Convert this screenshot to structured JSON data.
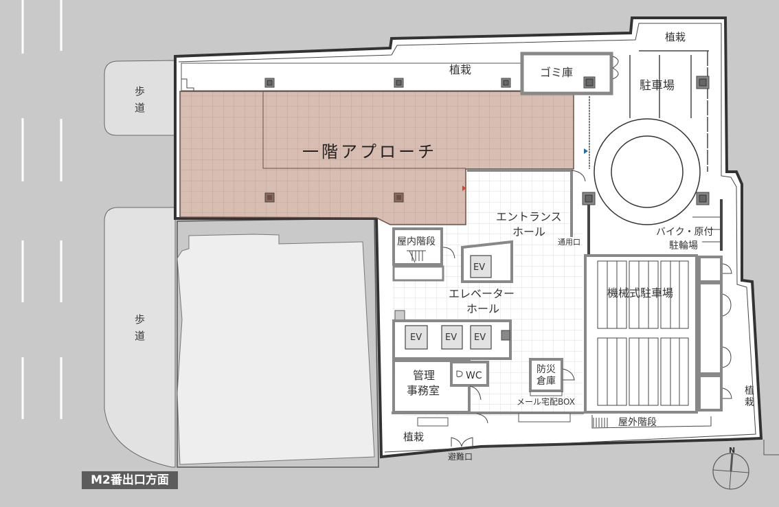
{
  "map": {
    "title": "一階アプローチ",
    "direction_badge": "M2番出口方面",
    "compass": {
      "north_label": "N"
    },
    "colors": {
      "street": "#c8c9c8",
      "sidewalk": "#e0e0e0",
      "neighbor_building": "#eeeeee",
      "approach_tile": "#d7bdb2",
      "hall_tile": "#ffffff",
      "wall": "#8d8d8d",
      "entry_marker_red": "#d9462c",
      "entry_marker_blue": "#1f6fa8"
    }
  },
  "sidewalk": {
    "top_label": [
      "歩",
      "道"
    ],
    "bottom_label": [
      "歩",
      "道"
    ]
  },
  "rooms": {
    "planting_top": "植栽",
    "garbage": "ゴミ庫",
    "parking": "駐車場",
    "planting_ne": "植栽",
    "entrance_hall": [
      "エントランス",
      "ホール"
    ],
    "service_entrance": "通用口",
    "bike_parking": [
      "バイク・原付",
      "駐輪場"
    ],
    "indoor_stairs": "屋内階段",
    "ev_1": "EV",
    "elevator_hall": [
      "エレベーター",
      "ホール"
    ],
    "ev_2": "EV",
    "ev_3": "EV",
    "ev_4": "EV",
    "mech_parking": "機械式駐車場",
    "office": [
      "管理",
      "事務室"
    ],
    "wc": "WC",
    "disaster_storage": [
      "防災",
      "倉庫"
    ],
    "mail_box": "メール宅配BOX",
    "outdoor_stairs": "屋外階段",
    "planting_south": "植栽",
    "emergency_exit": "避難口",
    "planting_east": [
      "植",
      "栽"
    ]
  }
}
